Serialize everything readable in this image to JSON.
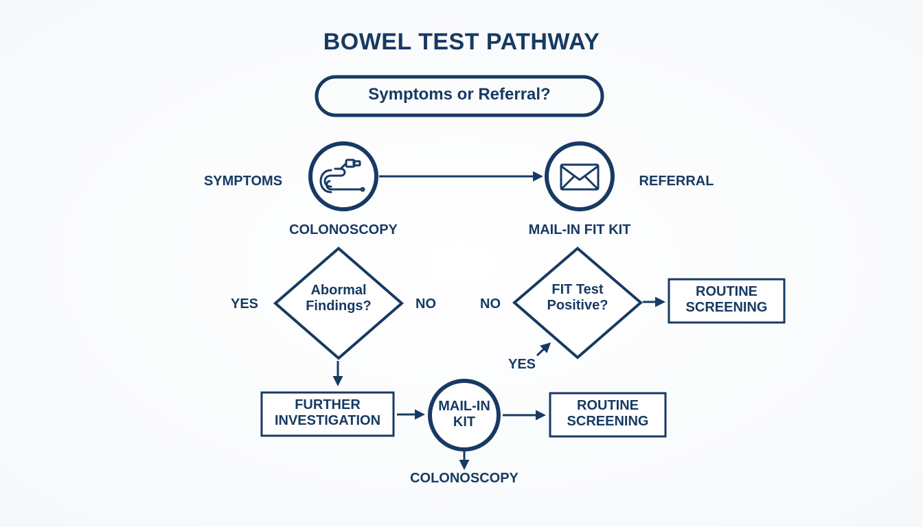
{
  "title": "BOWEL TEST PATHWAY",
  "question": "Symptoms or Referral?",
  "left_branch": {
    "label": "SYMPTOMS",
    "icon": "colonoscope-icon",
    "caption": "COLONOSCOPY"
  },
  "right_branch": {
    "label": "REFERRAL",
    "icon": "envelope-icon",
    "caption": "MAIL-IN FIT KIT"
  },
  "decision_left": {
    "line1": "Abormal",
    "line2": "Findings?",
    "yes": "YES",
    "no": "NO"
  },
  "decision_right": {
    "line1": "FIT Test",
    "line2": "Positive?",
    "no": "NO",
    "yes": "YES"
  },
  "box_routine_top": {
    "line1": "ROUTINE",
    "line2": "SCREENING"
  },
  "box_further": {
    "line1": "FURTHER",
    "line2": "INVESTIGATION"
  },
  "circle_mailin": {
    "line1": "MAIL-IN",
    "line2": "KIT"
  },
  "box_routine_bottom": {
    "line1": "ROUTINE",
    "line2": "SCREENING"
  },
  "bottom_caption": "COLONOSCOPY",
  "colors": {
    "navy": "#173a63",
    "background": "#fbfcfd"
  }
}
